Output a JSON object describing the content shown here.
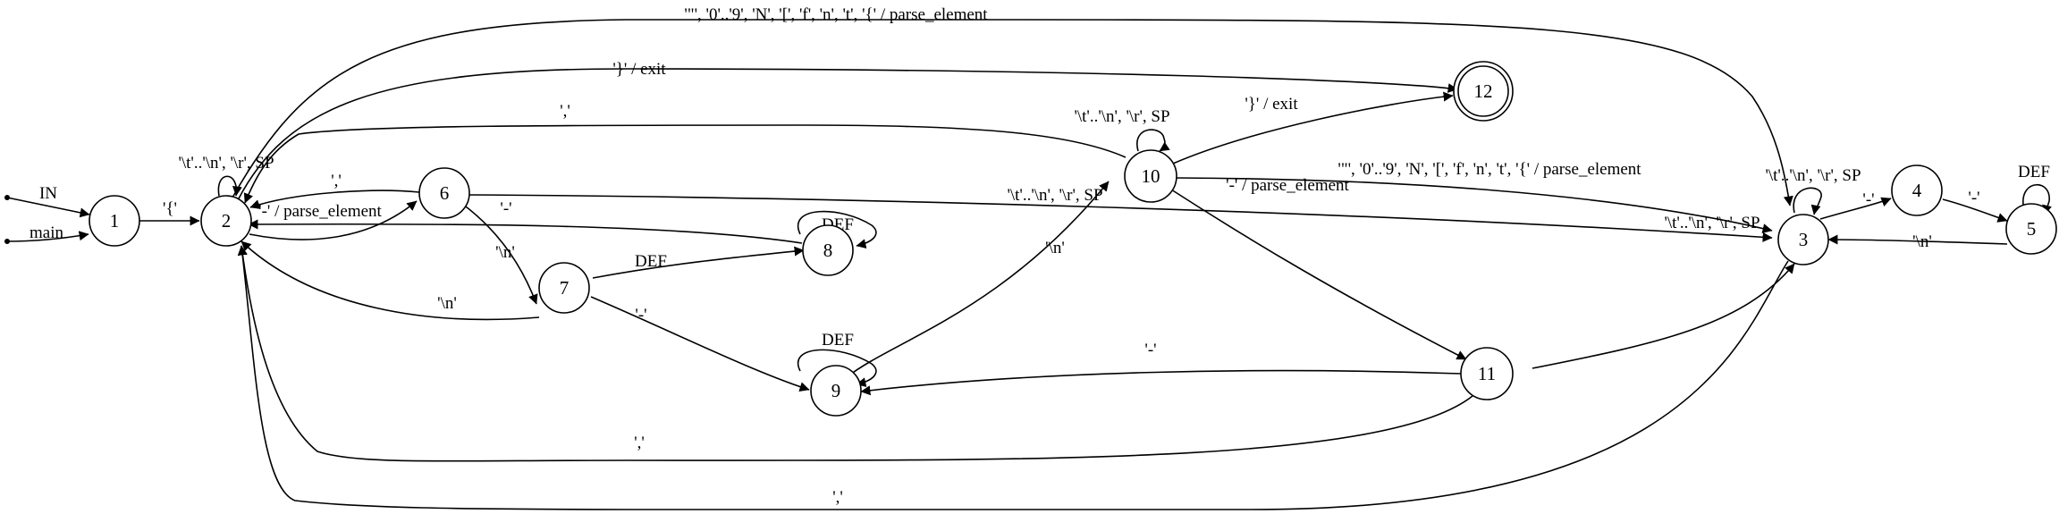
{
  "nodes": [
    {
      "id": "1",
      "label": "1",
      "final": false
    },
    {
      "id": "2",
      "label": "2",
      "final": false
    },
    {
      "id": "3",
      "label": "3",
      "final": false
    },
    {
      "id": "4",
      "label": "4",
      "final": false
    },
    {
      "id": "5",
      "label": "5",
      "final": false
    },
    {
      "id": "6",
      "label": "6",
      "final": false
    },
    {
      "id": "7",
      "label": "7",
      "final": false
    },
    {
      "id": "8",
      "label": "8",
      "final": false
    },
    {
      "id": "9",
      "label": "9",
      "final": false
    },
    {
      "id": "10",
      "label": "10",
      "final": false
    },
    {
      "id": "11",
      "label": "11",
      "final": false
    },
    {
      "id": "12",
      "label": "12",
      "final": true
    }
  ],
  "edges": [
    {
      "from": "IN",
      "to": "1",
      "label": "IN"
    },
    {
      "from": "main",
      "to": "1",
      "label": "main"
    },
    {
      "from": "1",
      "to": "2",
      "label": "'{'"
    },
    {
      "from": "2",
      "to": "2",
      "label": "'\\t'..'\\n', '\\r', SP"
    },
    {
      "from": "2",
      "to": "3",
      "label": "'\"', '0'..'9', 'N', '[', 'f', 'n', 't', '{' / parse_element"
    },
    {
      "from": "2",
      "to": "12",
      "label": "'}' / exit"
    },
    {
      "from": "2",
      "to": "6",
      "label": "'-' / parse_element"
    },
    {
      "from": "6",
      "to": "2",
      "label": "','"
    },
    {
      "from": "6",
      "to": "7",
      "label": "'-'"
    },
    {
      "from": "6",
      "to": "3",
      "label": "'\\t'..'\\n', '\\r', SP"
    },
    {
      "from": "7",
      "to": "2",
      "label": "'\\n'"
    },
    {
      "from": "7",
      "to": "8",
      "label": "DEF"
    },
    {
      "from": "7",
      "to": "9",
      "label": "'-'"
    },
    {
      "from": "8",
      "to": "2",
      "label": "'\\n'"
    },
    {
      "from": "8",
      "to": "8",
      "label": "DEF"
    },
    {
      "from": "9",
      "to": "9",
      "label": "DEF"
    },
    {
      "from": "9",
      "to": "10",
      "label": "'\\n'"
    },
    {
      "from": "10",
      "to": "2",
      "label": "','"
    },
    {
      "from": "10",
      "to": "10",
      "label": "'\\t'..'\\n', '\\r', SP"
    },
    {
      "from": "10",
      "to": "12",
      "label": "'}' / exit"
    },
    {
      "from": "10",
      "to": "3",
      "label": "'\"', '0'..'9', 'N', '[', 'f', 'n', 't', '{' / parse_element"
    },
    {
      "from": "10",
      "to": "11",
      "label": "'-' / parse_element"
    },
    {
      "from": "11",
      "to": "3",
      "label": "'\\t'..'\\n', '\\r', SP"
    },
    {
      "from": "11",
      "to": "9",
      "label": "'-'"
    },
    {
      "from": "11",
      "to": "2",
      "label": "','"
    },
    {
      "from": "3",
      "to": "3",
      "label": "'\\t'..'\\n', '\\r', SP"
    },
    {
      "from": "3",
      "to": "4",
      "label": "'-'"
    },
    {
      "from": "3",
      "to": "2",
      "label": "','"
    },
    {
      "from": "4",
      "to": "5",
      "label": "'-'"
    },
    {
      "from": "5",
      "to": "5",
      "label": "DEF"
    },
    {
      "from": "5",
      "to": "3",
      "label": "'\\n'"
    }
  ]
}
